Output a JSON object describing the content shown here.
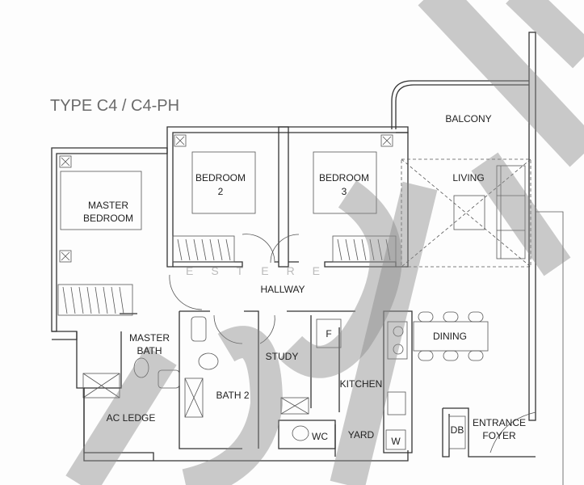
{
  "plan": {
    "title": "TYPE C4 / C4-PH",
    "rooms": {
      "balcony": "BALCONY",
      "bedroom2_line1": "BEDROOM",
      "bedroom2_line2": "2",
      "bedroom3_line1": "BEDROOM",
      "bedroom3_line2": "3",
      "master_line1": "MASTER",
      "master_line2": "BEDROOM",
      "living": "LIVING",
      "hallway": "HALLWAY",
      "master_bath_line1": "MASTER",
      "master_bath_line2": "BATH",
      "study": "STUDY",
      "kitchen": "KITCHEN",
      "dining": "DINING",
      "bath2": "BATH 2",
      "ac_ledge": "AC LEDGE",
      "wc": "WC",
      "yard": "YARD",
      "washer": "W",
      "fridge": "F",
      "db": "DB",
      "foyer_line1": "ENTRANCE",
      "foyer_line2": "FOYER"
    },
    "watermark_text": "ESTERE"
  }
}
